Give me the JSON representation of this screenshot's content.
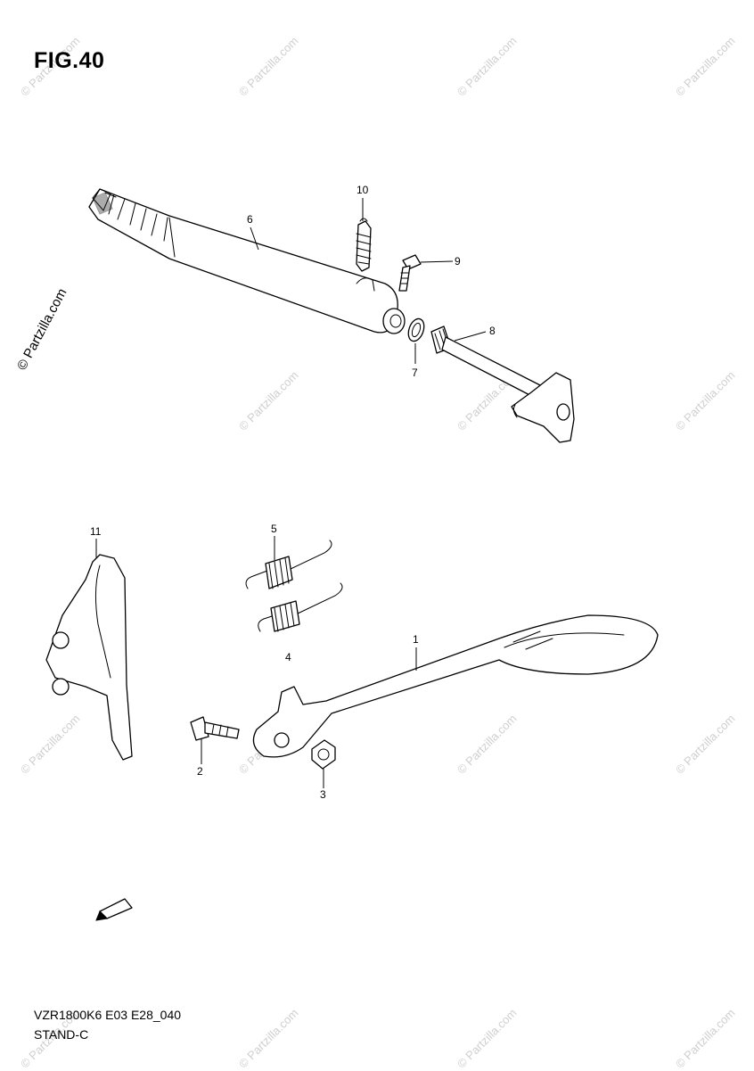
{
  "header": {
    "figure_label": "FIG.40"
  },
  "footer": {
    "model_code": "VZR1800K6 E03 E28_040",
    "section_name": "STAND-C"
  },
  "watermark": {
    "text": "© Partzilla.com",
    "color": "#cfcfcf"
  },
  "callouts": [
    {
      "id": "c1",
      "label": "1"
    },
    {
      "id": "c2",
      "label": "2"
    },
    {
      "id": "c3",
      "label": "3"
    },
    {
      "id": "c4",
      "label": "4"
    },
    {
      "id": "c5",
      "label": "5"
    },
    {
      "id": "c6",
      "label": "6"
    },
    {
      "id": "c7",
      "label": "7"
    },
    {
      "id": "c8",
      "label": "8"
    },
    {
      "id": "c9",
      "label": "9"
    },
    {
      "id": "c10",
      "label": "10"
    },
    {
      "id": "c11",
      "label": "11"
    }
  ],
  "direction_badge": {
    "text": "FWD"
  }
}
